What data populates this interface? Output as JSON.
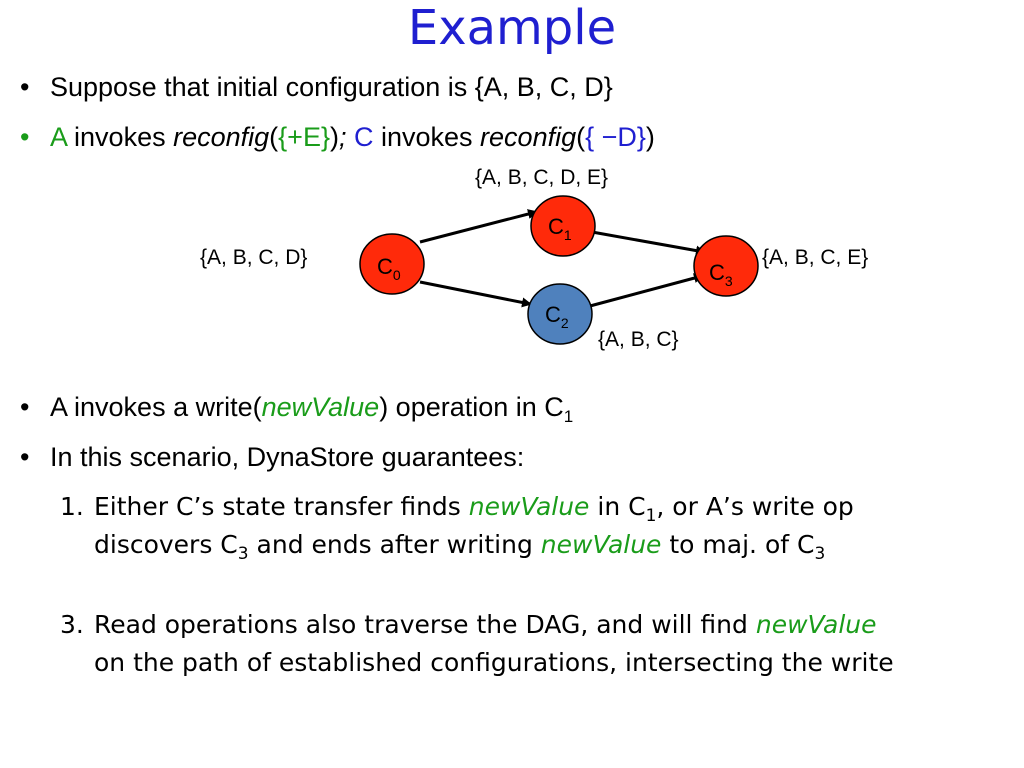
{
  "title": "Example",
  "bullets": [
    {
      "text": "Suppose that initial configuration is {A, B, C, D}"
    },
    {
      "part_a": "A",
      "part_invokes1": " invokes ",
      "part_reconfig1": "reconfig",
      "part_paren1_open": "(",
      "part_arg1": "{+E}",
      "part_paren1_close": ")",
      "part_semi": ";",
      "part_c": " C",
      "part_invokes2": " invokes ",
      "part_reconfig2": "reconfig",
      "part_paren2_open": "(",
      "part_arg2": "{ −D}",
      "part_paren2_close": ")"
    },
    {
      "part_pre": "A invokes a write(",
      "part_value": "newValue",
      "part_post": ") operation in C",
      "part_sub": "1"
    },
    {
      "text": "In this scenario, DynaStore guarantees:"
    }
  ],
  "diagram": {
    "nodes": [
      {
        "name": "C",
        "sub": "0",
        "color": "#ff2a0a"
      },
      {
        "name": "C",
        "sub": "1",
        "color": "#ff2a0a"
      },
      {
        "name": "C",
        "sub": "2",
        "color": "#4f81bd"
      },
      {
        "name": "C",
        "sub": "3",
        "color": "#ff2a0a"
      }
    ],
    "labels": {
      "c0": "{A, B, C, D}",
      "c1": "{A, B, C, D, E}",
      "c2": "{A, B, C}",
      "c3": "{A, B, C, E}"
    }
  },
  "numbered": [
    {
      "num": "1.",
      "l1_a": "Either C’s state transfer finds ",
      "l1_value": "newValue",
      "l1_b": " in C",
      "l1_sub": "1",
      "l1_c": ", or A’s write op",
      "l2_a": "discovers C",
      "l2_sub1": "3",
      "l2_b": " and ends after writing ",
      "l2_value": "newValue",
      "l2_c": " to maj. of C",
      "l2_sub2": "3"
    },
    {
      "num": "3.",
      "l1_a": "Read operations also traverse the DAG, and will find ",
      "l1_value": "newValue",
      "l2_a": "on the path of established configurations, intersecting the write"
    }
  ],
  "colors": {
    "title": "#1f1fd0",
    "highlight_green": "#1a9c1a",
    "highlight_blue": "#1f1fd0"
  }
}
